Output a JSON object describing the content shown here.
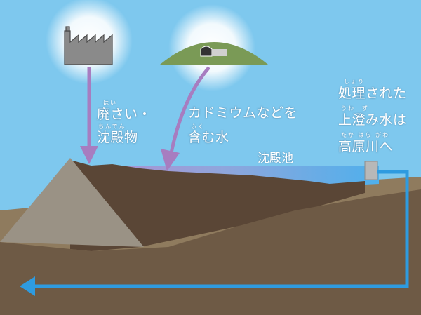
{
  "labels": {
    "waste": {
      "ruby1": "はい",
      "line1": "廃さい・",
      "ruby2": "ちんでん",
      "line2": "沈殿物"
    },
    "cadmium": {
      "line1": "カドミウムなどを",
      "ruby2": "ふく",
      "line2": "含む水"
    },
    "pond": "沈殿池",
    "treated": {
      "ruby1": "しょり",
      "line1": "処理された",
      "ruby2": "うわ　ず",
      "line2": "上澄み水は",
      "ruby3": "たか はら がわ",
      "line3": "高原川へ"
    }
  },
  "icons": [
    "factory-icon",
    "mine-mountain-icon"
  ],
  "colors": {
    "sky": "#7EC8EE",
    "ground_far": "#8F7B5E",
    "ground_near": "#6E5A45",
    "sediment": "#5A4636",
    "dam": "#9A9285",
    "water": "#62B2E8",
    "flow_arrow": "#2E9BE0",
    "input_arrow": "#A77DC0",
    "outlet": "#B8B8B8"
  }
}
